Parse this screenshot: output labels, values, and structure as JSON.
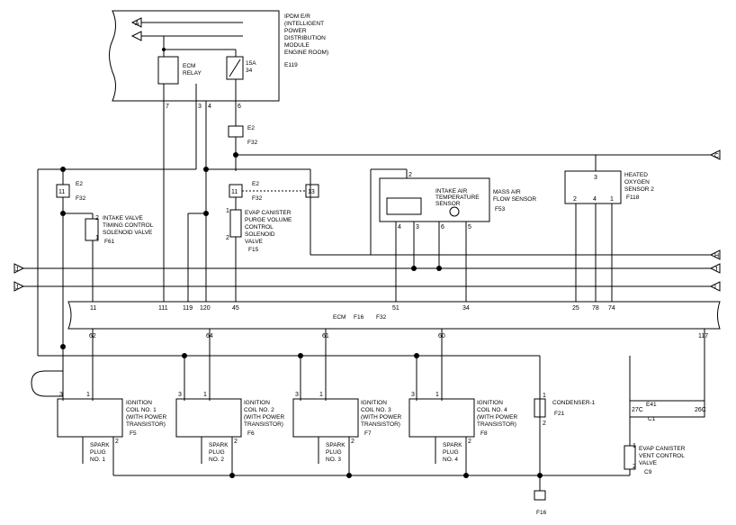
{
  "ipdm": {
    "title_lines": [
      "IPDM E/R",
      "(INTELLIGENT",
      "POWER",
      "DISTRIBUTION",
      "MODULE",
      "ENGINE ROOM)"
    ],
    "connector": "E119",
    "ecm_relay_lines": [
      "ECM",
      "RELAY"
    ],
    "fuse_lines": [
      "15A",
      "34"
    ],
    "pins": [
      "7",
      "3",
      "4",
      "6"
    ]
  },
  "joint": {
    "top": "E2",
    "bottom": "F32"
  },
  "left_joint": {
    "pin": "11",
    "c1": "E2",
    "c2": "F32"
  },
  "center_joint": {
    "pin_a": "11",
    "pin_b": "13",
    "c1": "E2",
    "c2": "F32"
  },
  "ivtc": {
    "lines": [
      "INTAKE VALVE",
      "TIMING CONTROL",
      "SOLENOID VALVE"
    ],
    "connector": "F61",
    "pins": [
      "2",
      "1"
    ]
  },
  "evap_purge": {
    "lines": [
      "EVAP CANISTER",
      "PURGE VOLUME",
      "CONTROL",
      "SOLENOID",
      "VALVE"
    ],
    "connector": "F15",
    "pins": [
      "1",
      "2"
    ]
  },
  "maf": {
    "title_lines": [
      "MASS AIR",
      "FLOW SENSOR"
    ],
    "iat_lines": [
      "INTAKE AIR",
      "TEMPERATURE",
      "SENSOR"
    ],
    "connector": "F53",
    "pins": [
      "2",
      "4",
      "3",
      "6",
      "5"
    ]
  },
  "ho2s": {
    "lines": [
      "HEATED",
      "OXYGEN",
      "SENSOR 2"
    ],
    "connector": "F118",
    "pins": [
      "3",
      "2",
      "4",
      "1"
    ]
  },
  "ecm": {
    "label": "ECM",
    "c1": "F16",
    "c2": "F32"
  },
  "ecm_top_pins": [
    "11",
    "111",
    "119",
    "120",
    "45",
    "51",
    "34",
    "25",
    "78",
    "74"
  ],
  "ecm_bottom_pins": [
    "62",
    "64",
    "61",
    "60",
    "117"
  ],
  "coils": [
    {
      "lines": [
        "IGNITION",
        "COIL NO. 1",
        "(WITH POWER",
        "TRANSISTOR)"
      ],
      "connector": "F5",
      "plug": [
        "SPARK",
        "PLUG",
        "NO. 1"
      ]
    },
    {
      "lines": [
        "IGNITION",
        "COIL NO. 2",
        "(WITH POWER",
        "TRANSISTOR)"
      ],
      "connector": "F6",
      "plug": [
        "SPARK",
        "PLUG",
        "NO. 2"
      ]
    },
    {
      "lines": [
        "IGNITION",
        "COIL NO. 3",
        "(WITH POWER",
        "TRANSISTOR)"
      ],
      "connector": "F7",
      "plug": [
        "SPARK",
        "PLUG",
        "NO. 3"
      ]
    },
    {
      "lines": [
        "IGNITION",
        "COIL NO. 4",
        "(WITH POWER",
        "TRANSISTOR)"
      ],
      "connector": "F8",
      "plug": [
        "SPARK",
        "PLUG",
        "NO. 4"
      ]
    }
  ],
  "coil_pins": [
    "3",
    "1",
    "2"
  ],
  "condenser": {
    "label": "CONDENSER-1",
    "connector": "F21",
    "pins": [
      "1",
      "2"
    ]
  },
  "ground": {
    "connector": "F16"
  },
  "evap_vent": {
    "lines": [
      "EVAP CANISTER",
      "VENT CONTROL",
      "VALVE"
    ],
    "connector": "C9",
    "pins": [
      "1",
      "2"
    ],
    "joint_pins": [
      "27C",
      "26C"
    ],
    "j1": "E41",
    "j2": "C1"
  },
  "arrows": {
    "left_top": "A",
    "right_c": "C",
    "h": "H",
    "j1": "J",
    "j2": "J",
    "i": "I",
    "jr": "J"
  }
}
